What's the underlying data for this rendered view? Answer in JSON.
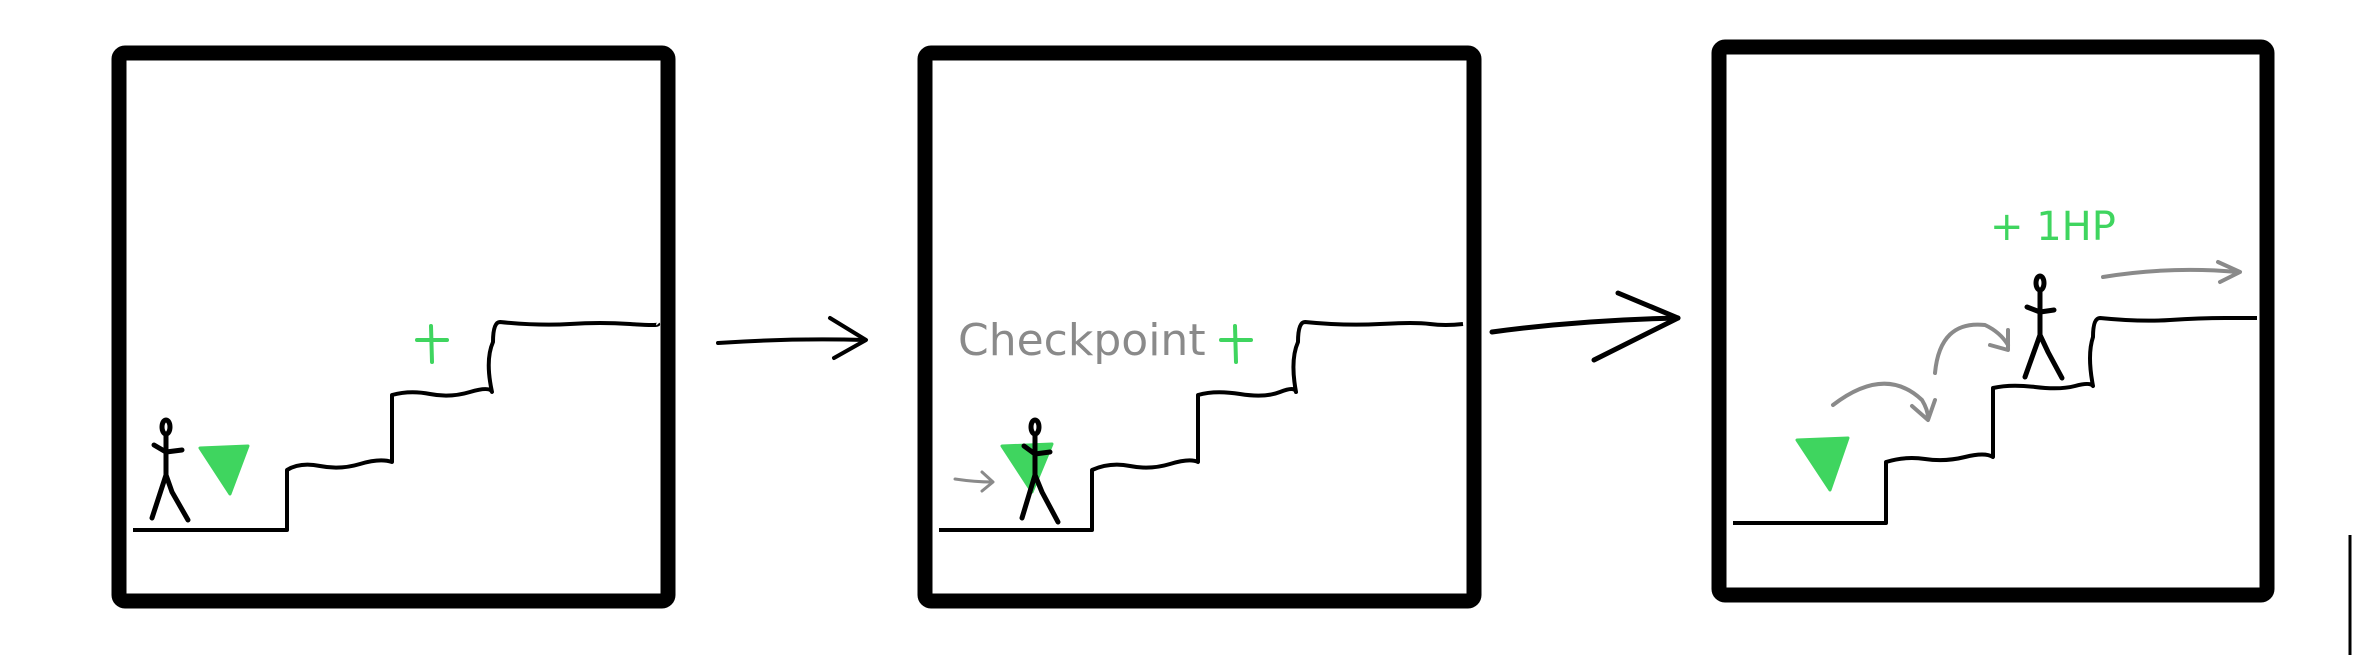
{
  "panels": [
    {
      "id": "panel-1",
      "stage": "before-checkpoint"
    },
    {
      "id": "panel-2",
      "stage": "at-checkpoint",
      "label": "Checkpoint"
    },
    {
      "id": "panel-3",
      "stage": "after-checkpoint",
      "bonus_label": "+ 1HP"
    }
  ],
  "pickup_symbol": "+",
  "colors": {
    "ink": "#000000",
    "checkpoint_green": "#3fd55f",
    "annotation_gray": "#8a8a8a",
    "background": "#ffffff"
  },
  "icons": [
    "stick-figure-icon",
    "checkpoint-flag-icon",
    "health-plus-icon",
    "arrow-icon"
  ]
}
